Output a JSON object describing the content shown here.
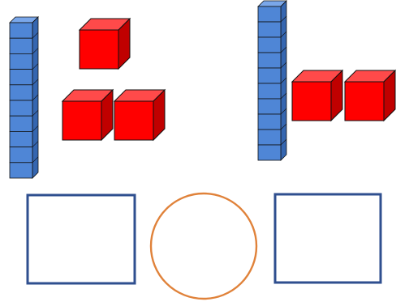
{
  "scene": {
    "background": "#ffffff",
    "groups": [
      {
        "name": "left",
        "tens": 1,
        "ones": 3
      },
      {
        "name": "right",
        "tens": 1,
        "ones": 2
      }
    ],
    "answer_shapes": [
      {
        "name": "left-box",
        "shape": "rectangle",
        "stroke": "#2f4f8f"
      },
      {
        "name": "middle-circle",
        "shape": "circle",
        "stroke": "#e0823a"
      },
      {
        "name": "right-box",
        "shape": "rectangle",
        "stroke": "#2f4f8f"
      }
    ],
    "colors": {
      "ten_rod_front": "#4f86d6",
      "ten_rod_top": "#7aa7ea",
      "ten_rod_side": "#3566b0",
      "cube_front": "#ff0000",
      "cube_top": "#ff4a4a",
      "cube_side": "#c00000",
      "edge": "#111111"
    }
  }
}
